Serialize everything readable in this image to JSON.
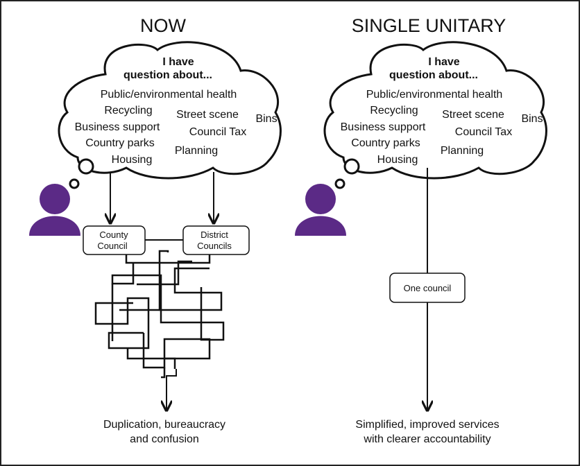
{
  "left": {
    "heading": "NOW",
    "question_line1": "I have",
    "question_line2": "question about...",
    "topics": [
      "Public/environmental health",
      "Recycling",
      "Street scene",
      "Bins",
      "Business support",
      "Council Tax",
      "Country parks",
      "Planning",
      "Housing"
    ],
    "box_county_line1": "County",
    "box_county_line2": "Council",
    "box_district_line1": "District",
    "box_district_line2": "Councils",
    "outcome_line1": "Duplication, bureaucracy",
    "outcome_line2": "and confusion"
  },
  "right": {
    "heading": "SINGLE UNITARY",
    "question_line1": "I have",
    "question_line2": "question about...",
    "topics": [
      "Public/environmental health",
      "Recycling",
      "Street scene",
      "Bins",
      "Business support",
      "Council Tax",
      "Country parks",
      "Planning",
      "Housing"
    ],
    "box_label": "One council",
    "outcome_line1": "Simplified, improved services",
    "outcome_line2": "with clearer accountability"
  },
  "colors": {
    "person": "#5b2a86",
    "line": "#111111"
  }
}
